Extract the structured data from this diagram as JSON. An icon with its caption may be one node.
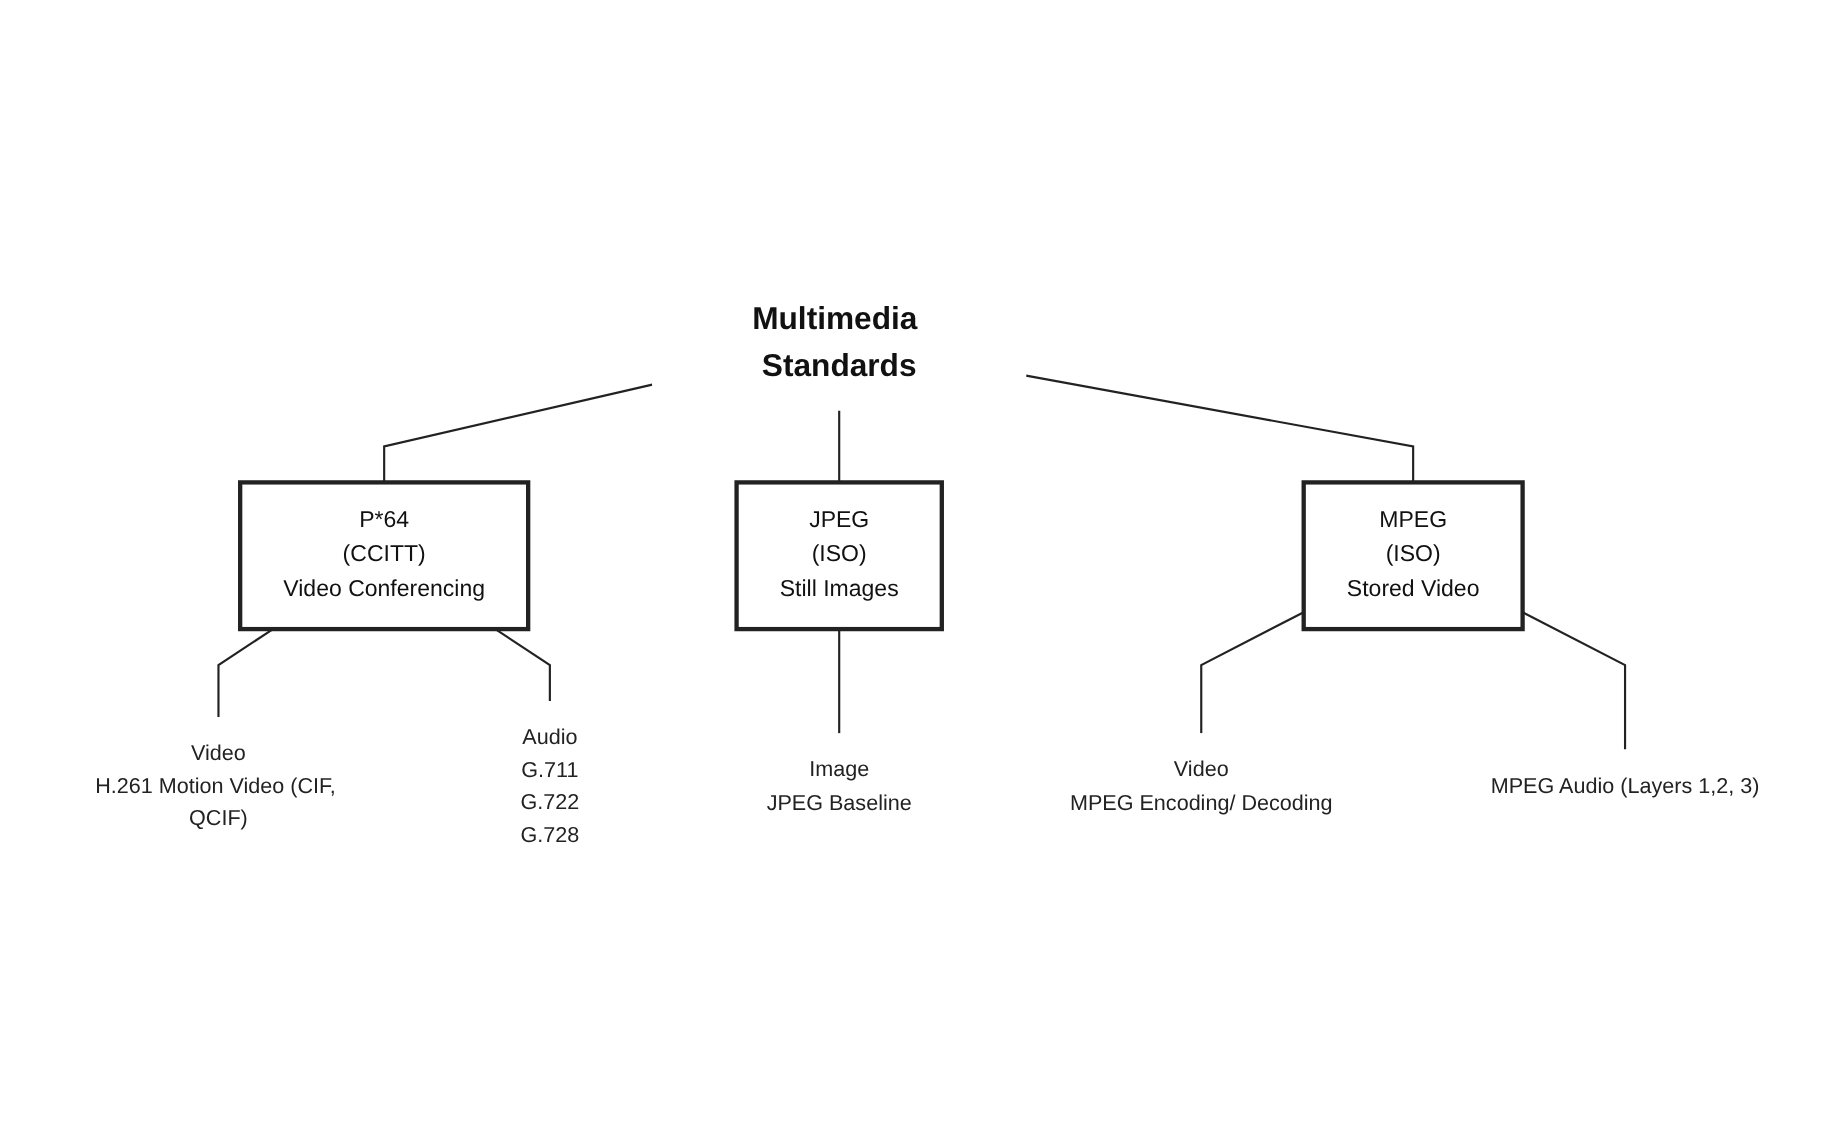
{
  "diagram": {
    "nodes": [
      {
        "text": [
          "Multimedia Standards"
        ]
      },
      {
        "text": [
          "P*64",
          "(CCITT)",
          "Video Conferencing"
        ]
      },
      {
        "text": [
          "JPEG",
          "(ISO)",
          "Still Images"
        ]
      },
      {
        "text": [
          "MPEG",
          "(ISO)",
          "Stored Video"
        ]
      },
      {
        "text": [
          "Video",
          "H.261 Motion Video (CIF, QCIF)"
        ]
      },
      {
        "text": [
          "Audio",
          "G.711",
          "G.722",
          "G.728"
        ]
      },
      {
        "text": [
          "Image",
          "JPEG Baseline"
        ]
      },
      {
        "text": [
          "Video",
          "MPEG Encoding/ Decoding"
        ]
      },
      {
        "text": [
          "MPEG Audio (Layers 1,2, 3)"
        ]
      }
    ],
    "edges": [
      {
        "from": 0,
        "to": 1,
        "arrow": "none"
      },
      {
        "from": 0,
        "to": 2,
        "arrow": "none"
      },
      {
        "from": 0,
        "to": 3,
        "arrow": "none"
      },
      {
        "from": 1,
        "to": 4,
        "arrow": "none"
      },
      {
        "from": 1,
        "to": 5,
        "arrow": "none"
      },
      {
        "from": 2,
        "to": 6,
        "arrow": "none"
      },
      {
        "from": 3,
        "to": 7,
        "arrow": "none"
      },
      {
        "from": 3,
        "to": 8,
        "arrow": "none"
      }
    ]
  }
}
